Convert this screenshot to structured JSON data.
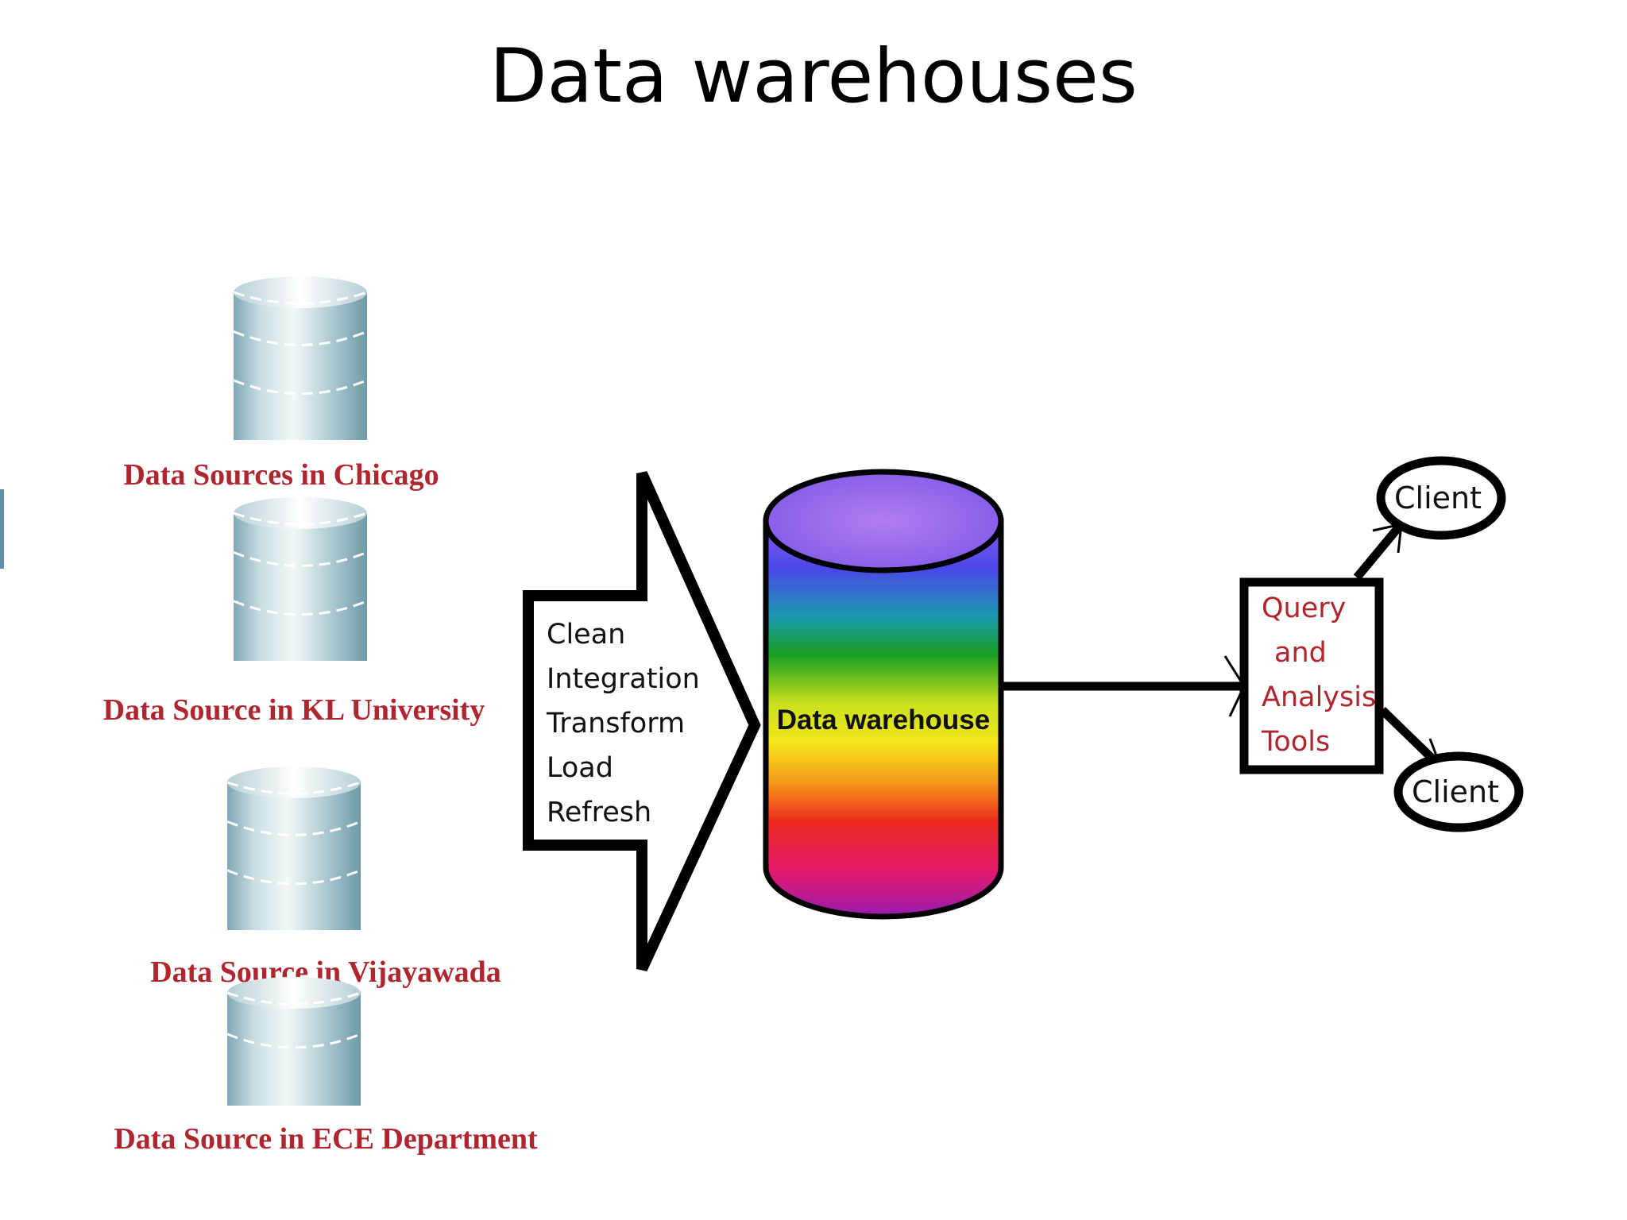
{
  "title": "Data warehouses",
  "sources": [
    {
      "label": "Data Sources in Chicago",
      "icon": "database-icon"
    },
    {
      "label": "Data Source in KL University",
      "icon": "database-icon"
    },
    {
      "label": "Data Source in Vijayawada",
      "icon": "database-icon"
    },
    {
      "label": "Data Source in ECE Department",
      "icon": "database-icon"
    }
  ],
  "etl_steps": [
    "Clean",
    "Integration",
    "Transform",
    "Load",
    "Refresh"
  ],
  "warehouse": {
    "label": "Data warehouse"
  },
  "tools": {
    "lines": [
      "Query",
      "and",
      "Analysis",
      "Tools"
    ]
  },
  "clients": [
    {
      "label": "Client"
    },
    {
      "label": "Client"
    }
  ],
  "colors": {
    "label_red": "#b0262e",
    "cylinder_blue": "#b9d3da",
    "outline": "#000000"
  }
}
